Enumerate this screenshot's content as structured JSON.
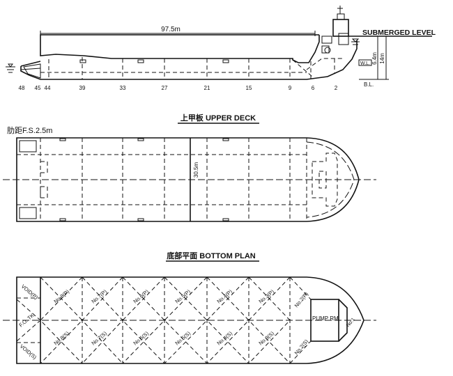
{
  "profile": {
    "length_label": "97.5m",
    "submerged_label": "SUBMERGED LEVEL",
    "wl_label": "W.L.",
    "depth1": "6.4m",
    "depth2": "14m",
    "bl_label": "B.L.",
    "frames": [
      "48",
      "45",
      "44",
      "39",
      "33",
      "27",
      "21",
      "15",
      "9",
      "6",
      "2"
    ]
  },
  "upper_deck": {
    "title": "上甲板 UPPER DECK",
    "spacing": "肋距F.S.2.5m",
    "beam": "30.5m"
  },
  "bottom_plan": {
    "title": "底部平面 BOTTOM PLAN",
    "void_p": "VOID(P)",
    "void_s": "VOID(S)",
    "fo_tk": "F.O. TK",
    "pump": "PUMP RM",
    "tanks_p": [
      "No.8(P)",
      "No.7(P)",
      "No.6(P)",
      "No.5(P)",
      "No.4(P)",
      "No.3(P)",
      "No.2(P)"
    ],
    "tanks_s": [
      "No.8(S)",
      "No.7(S)",
      "No.6(S)",
      "No.5(S)",
      "No.4(S)",
      "No.3(S)",
      "No.2(S)"
    ],
    "no1": "No.1"
  }
}
